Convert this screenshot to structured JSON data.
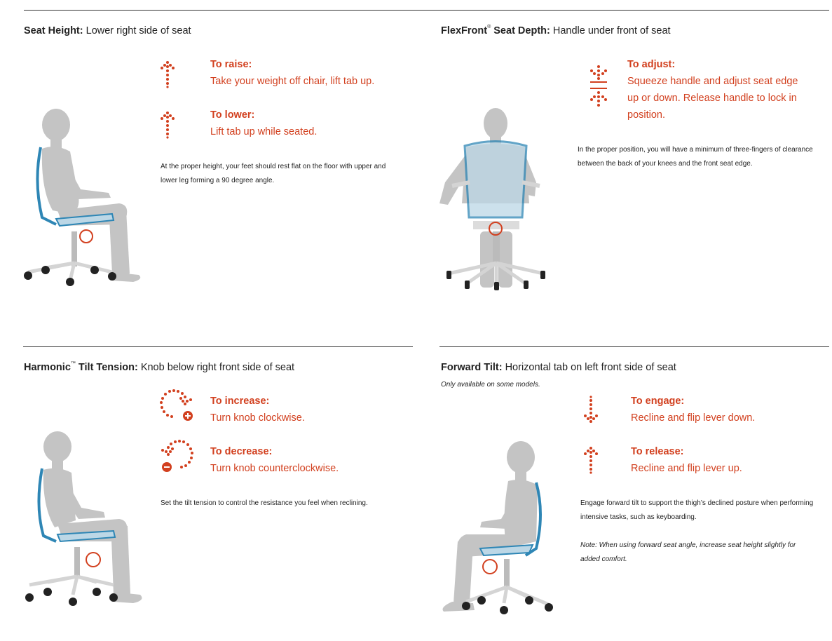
{
  "sections": [
    {
      "title_bold": "Seat Height:",
      "title_rest": "Lower right side of seat",
      "instructions": [
        {
          "icon": "arrow-up-icon",
          "head": "To raise:",
          "text": "Take your weight off chair, lift tab up."
        },
        {
          "icon": "arrow-up-icon",
          "head": "To lower:",
          "text": "Lift tab up while seated."
        }
      ],
      "body_lines": [
        "At the proper height, your feet should rest flat on the floor with upper and",
        "lower leg forming a 90 degree angle."
      ]
    },
    {
      "title_bold_a": "FlexFront",
      "title_mark": "®",
      "title_bold_b": "Seat Depth:",
      "title_rest": "Handle under front of seat",
      "instructions": [
        {
          "icon": "adjust-arrows-icon",
          "head": "To adjust:",
          "text_lines": [
            "Squeeze handle and adjust seat edge",
            "up or down. Release handle to lock in",
            "position."
          ]
        }
      ],
      "body_lines": [
        "In the proper position, you will have a minimum of three-fingers of clearance",
        "between the back of your knees and the front seat edge."
      ]
    },
    {
      "title_bold_a": "Harmonic",
      "title_mark": "™",
      "title_bold_b": "Tilt Tension:",
      "title_rest": "Knob below right front side of seat",
      "instructions": [
        {
          "icon": "rotate-clockwise-plus-icon",
          "head": "To increase:",
          "text": "Turn knob clockwise."
        },
        {
          "icon": "rotate-counterclockwise-minus-icon",
          "head": "To decrease:",
          "text": "Turn knob counterclockwise."
        }
      ],
      "body_lines": [
        "Set the tilt tension to control the resistance you feel when reclining."
      ]
    },
    {
      "title_bold": "Forward Tilt:",
      "title_rest": "Horizontal tab on left front side of seat",
      "subtitle": "Only available on some models.",
      "instructions": [
        {
          "icon": "arrow-down-icon",
          "head": "To engage:",
          "text": "Recline and flip lever down."
        },
        {
          "icon": "arrow-up-icon",
          "head": "To release:",
          "text": "Recline and flip lever up."
        }
      ],
      "body_lines": [
        "Engage forward tilt to support the thigh’s declined posture when performing",
        "intensive tasks, such as keyboarding."
      ],
      "note_lines": [
        "Note: When using forward seat angle, increase seat height slightly for",
        "added comfort."
      ]
    }
  ],
  "colors": {
    "accent": "#d2401f",
    "chair_blue": "#2e86b5",
    "figure_gray": "#c4c4c4",
    "rule": "#333333"
  }
}
